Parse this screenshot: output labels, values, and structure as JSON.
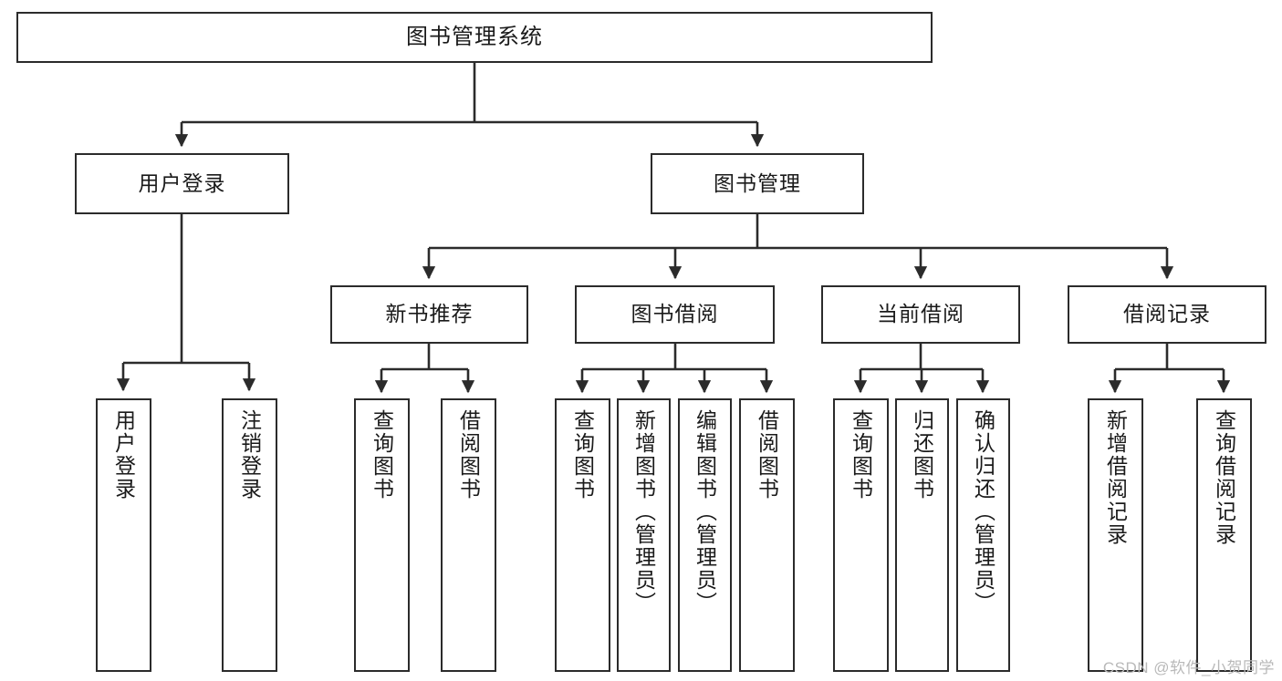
{
  "diagram": {
    "title": "图书管理系统",
    "type": "tree-hierarchy",
    "watermark": "CSDN @软件_小贺同学",
    "colors": {
      "stroke": "#2b2b2b",
      "fill": "#ffffff",
      "text": "#1a1a1a",
      "watermark": "#b9b9b9"
    },
    "nodes": {
      "root": {
        "label": "图书管理系统"
      },
      "level2": [
        {
          "id": "user-login",
          "label": "用户登录"
        },
        {
          "id": "book-manage",
          "label": "图书管理"
        }
      ],
      "level3": [
        {
          "id": "new-book-recommend",
          "label": "新书推荐"
        },
        {
          "id": "book-borrow",
          "label": "图书借阅"
        },
        {
          "id": "current-borrow",
          "label": "当前借阅"
        },
        {
          "id": "borrow-record",
          "label": "借阅记录"
        }
      ],
      "leaves": [
        {
          "id": "leaf-user-login",
          "label": "用户登录",
          "parent": "user-login"
        },
        {
          "id": "leaf-logout",
          "label": "注销登录",
          "parent": "user-login"
        },
        {
          "id": "leaf-query-book-1",
          "label": "查询图书",
          "parent": "new-book-recommend"
        },
        {
          "id": "leaf-borrow-book-1",
          "label": "借阅图书",
          "parent": "new-book-recommend"
        },
        {
          "id": "leaf-query-book-2",
          "label": "查询图书",
          "parent": "book-borrow"
        },
        {
          "id": "leaf-add-book",
          "label": "新增图书（管理员）",
          "parent": "book-borrow"
        },
        {
          "id": "leaf-edit-book",
          "label": "编辑图书（管理员）",
          "parent": "book-borrow"
        },
        {
          "id": "leaf-borrow-book-2",
          "label": "借阅图书",
          "parent": "book-borrow"
        },
        {
          "id": "leaf-query-book-3",
          "label": "查询图书",
          "parent": "current-borrow"
        },
        {
          "id": "leaf-return-book",
          "label": "归还图书",
          "parent": "current-borrow"
        },
        {
          "id": "leaf-confirm-return",
          "label": "确认归还（管理员）",
          "parent": "current-borrow"
        },
        {
          "id": "leaf-add-record",
          "label": "新增借阅记录",
          "parent": "borrow-record"
        },
        {
          "id": "leaf-query-record",
          "label": "查询借阅记录",
          "parent": "borrow-record"
        }
      ]
    }
  }
}
